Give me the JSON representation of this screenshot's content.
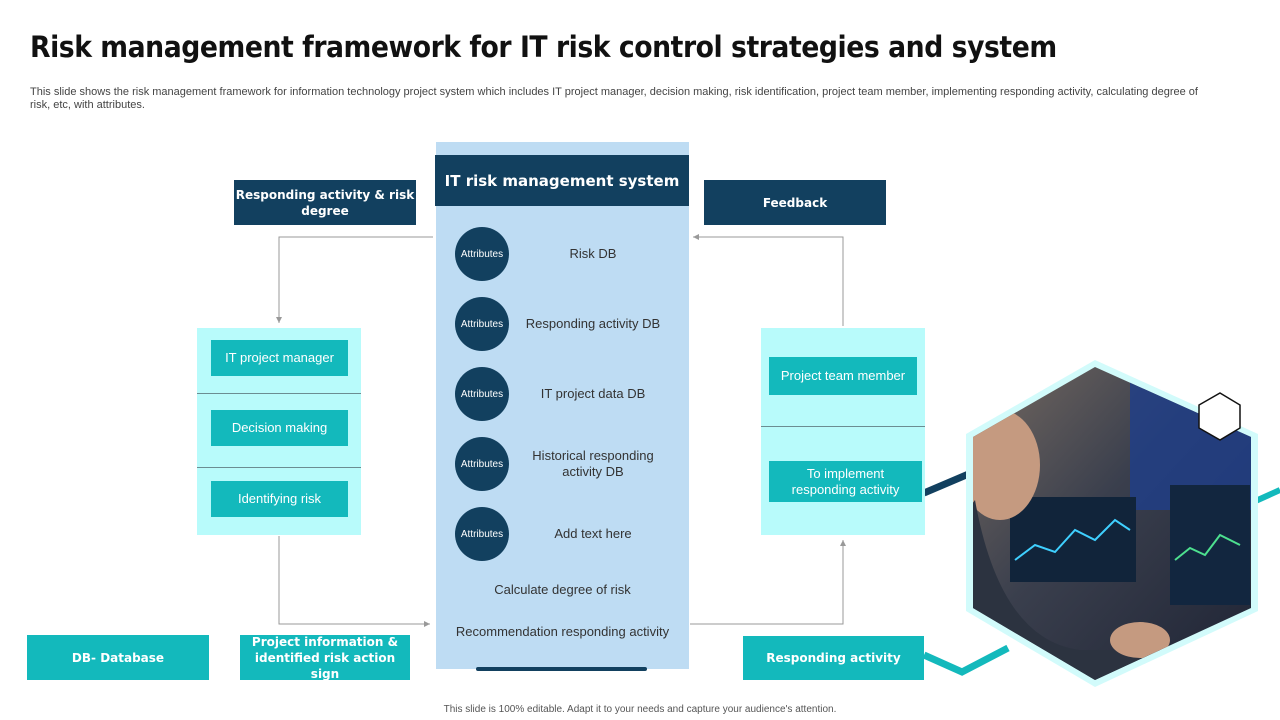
{
  "header": {
    "title": "Risk management framework for IT risk control strategies and system",
    "subtitle": "This slide shows the risk management framework for information technology project system which includes IT project manager, decision making, risk identification, project team member, implementing responding activity, calculating degree of risk, etc, with attributes."
  },
  "system": {
    "title": "IT risk management  system",
    "attributes": [
      {
        "badge": "Attributes",
        "label": "Risk DB"
      },
      {
        "badge": "Attributes",
        "label": "Responding  activity DB"
      },
      {
        "badge": "Attributes",
        "label": "IT project data DB"
      },
      {
        "badge": "Attributes",
        "label": "Historical responding activity DB"
      },
      {
        "badge": "Attributes",
        "label": "Add text here"
      }
    ],
    "calculate": "Calculate degree  of risk",
    "recommendation": "Recommendation  responding activity"
  },
  "left": {
    "top_box": "Responding activity & risk degree",
    "items": [
      "IT project manager",
      "Decision making",
      "Identifying risk"
    ],
    "bottom_box": "Project information & identified risk action sign"
  },
  "right": {
    "top_box": "Feedback",
    "items": [
      "Project team member",
      "To implement responding activity"
    ],
    "bottom_box": "Responding  activity"
  },
  "legend": "DB- Database",
  "footer": "This slide is 100% editable.  Adapt it to your needs and capture your audience's attention.",
  "colors": {
    "dark_navy": "#12405f",
    "teal": "#13b9bc",
    "light_cyan": "#b8fbfb",
    "light_blue": "#bedcf3"
  }
}
